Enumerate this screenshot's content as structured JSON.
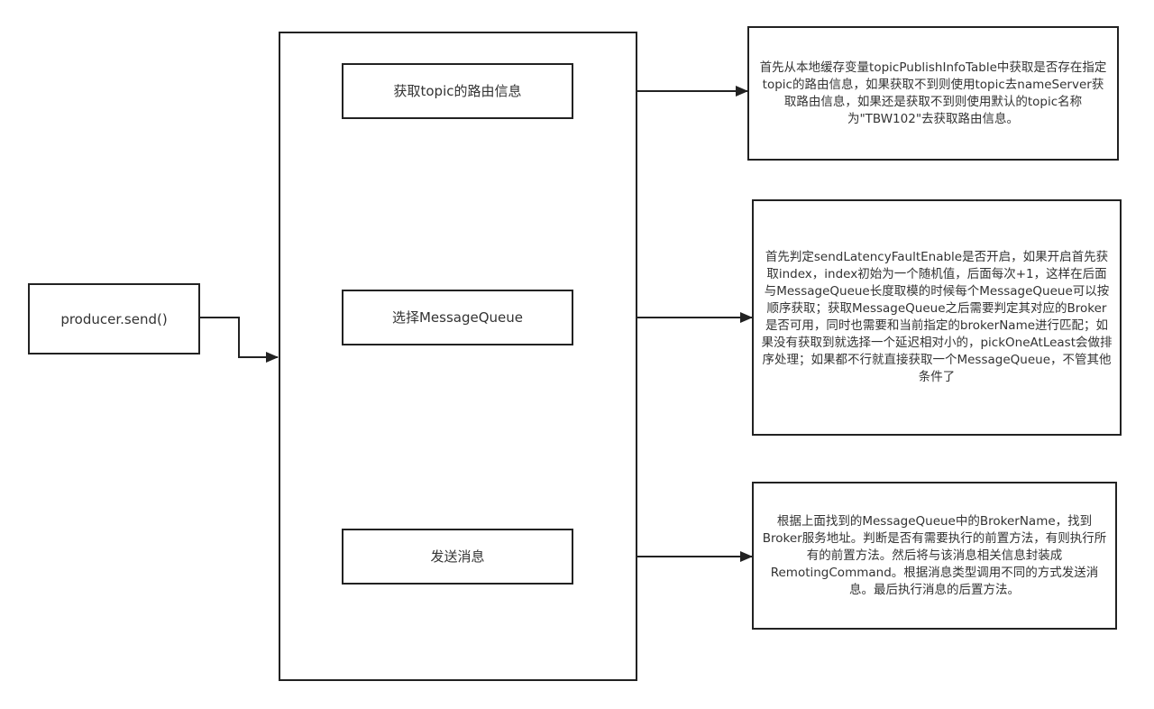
{
  "diagram": {
    "entry": {
      "label": "producer.send()"
    },
    "steps": [
      {
        "label": "获取topic的路由信息"
      },
      {
        "label": "选择MessageQueue"
      },
      {
        "label": "发送消息"
      }
    ],
    "notes": [
      {
        "text": "首先从本地缓存变量topicPublishInfoTable中获取是否存在指定topic的路由信息，如果获取不到则使用topic去nameServer获取路由信息，如果还是获取不到则使用默认的topic名称为\"TBW102\"去获取路由信息。"
      },
      {
        "text": "首先判定sendLatencyFaultEnable是否开启，如果开启首先获取index，index初始为一个随机值，后面每次+1，这样在后面与MessageQueue长度取模的时候每个MessageQueue可以按顺序获取；获取MessageQueue之后需要判定其对应的Broker是否可用，同时也需要和当前指定的brokerName进行匹配；如果没有获取到就选择一个延迟相对小的，pickOneAtLeast会做排序处理；如果都不行就直接获取一个MessageQueue，不管其他条件了"
      },
      {
        "text": "根据上面找到的MessageQueue中的BrokerName，找到Broker服务地址。判断是否有需要执行的前置方法，有则执行所有的前置方法。然后将与该消息相关信息封装成RemotingCommand。根据消息类型调用不同的方式发送消息。最后执行消息的后置方法。"
      }
    ],
    "colors": {
      "stroke": "#222222",
      "text": "#333333"
    }
  }
}
